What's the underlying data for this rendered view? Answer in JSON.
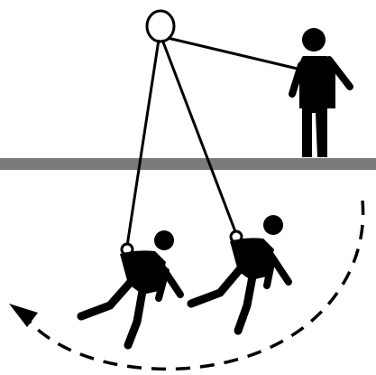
{
  "diagram": {
    "elements": [
      "anchor-pulley",
      "rescuer-standing",
      "ground-level-edge",
      "haul-line",
      "suspended-worker-start",
      "suspended-worker-swing",
      "swing-path-arc"
    ]
  },
  "colors": {
    "background": "#ffffff",
    "figure": "#000000",
    "ground": "#7a7a7a"
  }
}
